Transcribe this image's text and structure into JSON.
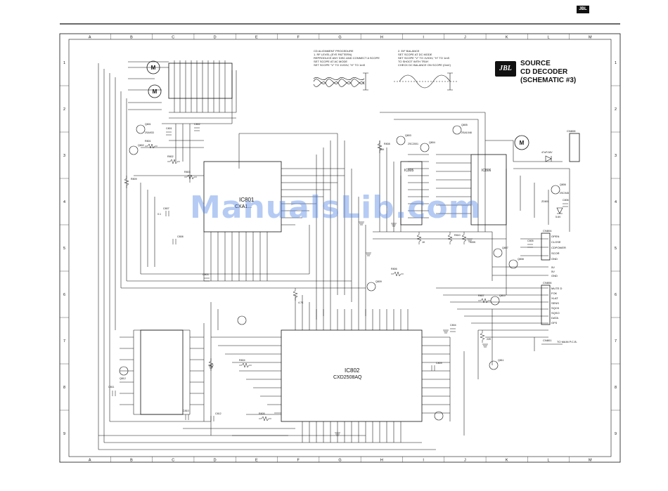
{
  "brand": {
    "badge": "JBL",
    "logo": "JBL"
  },
  "title": {
    "line1": "SOURCE",
    "line2": "CD DECODER",
    "line3": "(SCHEMATIC #3)"
  },
  "grid": {
    "columns": [
      "A",
      "B",
      "C",
      "D",
      "E",
      "F",
      "G",
      "H",
      "I",
      "J",
      "K",
      "L",
      "M"
    ],
    "rows": [
      "1",
      "2",
      "3",
      "4",
      "5",
      "6",
      "7",
      "8",
      "9"
    ]
  },
  "notes": {
    "cd_alignment": {
      "heading": "CD ALIGNMENT PROCEDURE",
      "lines": [
        "1. RF LEVEL (EYE PATTERN)",
        "REPRODUCE ANY DISC AND CONNECT A SCOPE",
        "SET SCOPE AT AC MODE",
        "SET SCOPE \"V\" TO 1V/DIV, \"H\" TO 1mS"
      ]
    },
    "e_f_balance": {
      "heading": "2. E/F BALANCE",
      "lines": [
        "SET SCOPE AT DC MODE",
        "SET SCOPE \"V\" TO 1V/DIV, \"H\" TO 1mS",
        "TO SHOOT WITH TRAY",
        "CHECK DC BALANCE ON SCOPE (0mV)"
      ]
    }
  },
  "ics": {
    "ic801": {
      "ref": "IC801",
      "part": "CXA1..."
    },
    "ic802": {
      "ref": "IC802",
      "part": "CXD2508AQ"
    },
    "ic805": {
      "ref": "IC805"
    },
    "ic806": {
      "ref": "IC806"
    }
  },
  "connectors": {
    "right_upper_pins": [
      "OPEN",
      "CLOSE",
      "CDPOWER",
      "SCOR",
      "GND"
    ],
    "right_mid_pins": [
      "5V",
      "5V",
      "GND"
    ],
    "right_lower_pins": [
      "MUTE D",
      "FOK",
      "XLAT",
      "SENS",
      "SQCK",
      "SQSO",
      "DATA",
      "GFS"
    ],
    "cn801": "CN801",
    "to_main": "TO MAIN P.C.B.",
    "cn804": "CN804",
    "cn806": "CN806",
    "cn808": "CN808"
  },
  "components": {
    "motors": [
      "M",
      "M",
      "M"
    ],
    "q_labels": [
      "Q801",
      "Q802",
      "Q803",
      "Q804",
      "Q805",
      "Q806",
      "Q807",
      "Q808",
      "Q809",
      "Q810",
      "Q811",
      "Q812"
    ],
    "c_labels": [
      "C801",
      "C802",
      "C803",
      "C804",
      "C805",
      "C806",
      "C807",
      "C808",
      "C809",
      "C810",
      "C811",
      "C812"
    ],
    "r_labels": [
      "R801",
      "R802",
      "R803",
      "R804",
      "R805",
      "R806",
      "R807",
      "R808",
      "R809",
      "R810"
    ],
    "part_labels": [
      "2SA933",
      "2SC2001",
      "2SA1048",
      "2SC945",
      "47uF/16V",
      "0.1",
      "10K",
      "1K",
      "100K",
      "4.7K",
      "22K",
      "ZD801",
      "5.6V"
    ]
  },
  "watermark": "ManualsLib.com"
}
